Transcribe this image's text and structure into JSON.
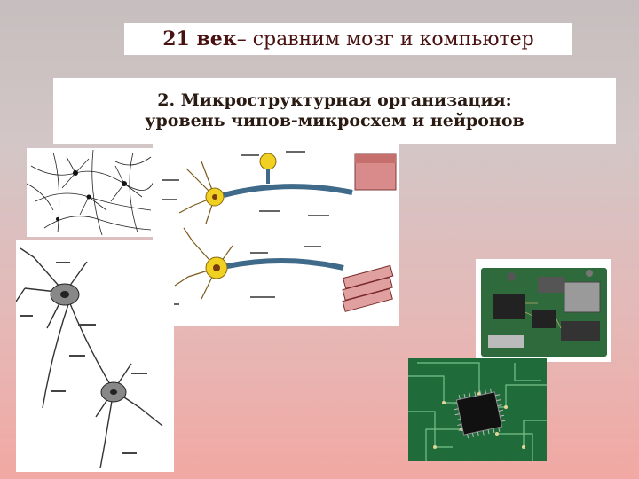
{
  "title": {
    "bold": "21 век",
    "rest": " – сравним мозг и компьютер"
  },
  "subtitle": {
    "line1": "2. Микроструктурная организация:",
    "line2": "уровень чипов-микросхем и нейронов"
  },
  "images": [
    {
      "name": "neuron-network-photo"
    },
    {
      "name": "neuron-anatomy-diagram"
    },
    {
      "name": "neuron-sketch"
    },
    {
      "name": "circuit-board-photo"
    },
    {
      "name": "microchip-photo"
    }
  ]
}
